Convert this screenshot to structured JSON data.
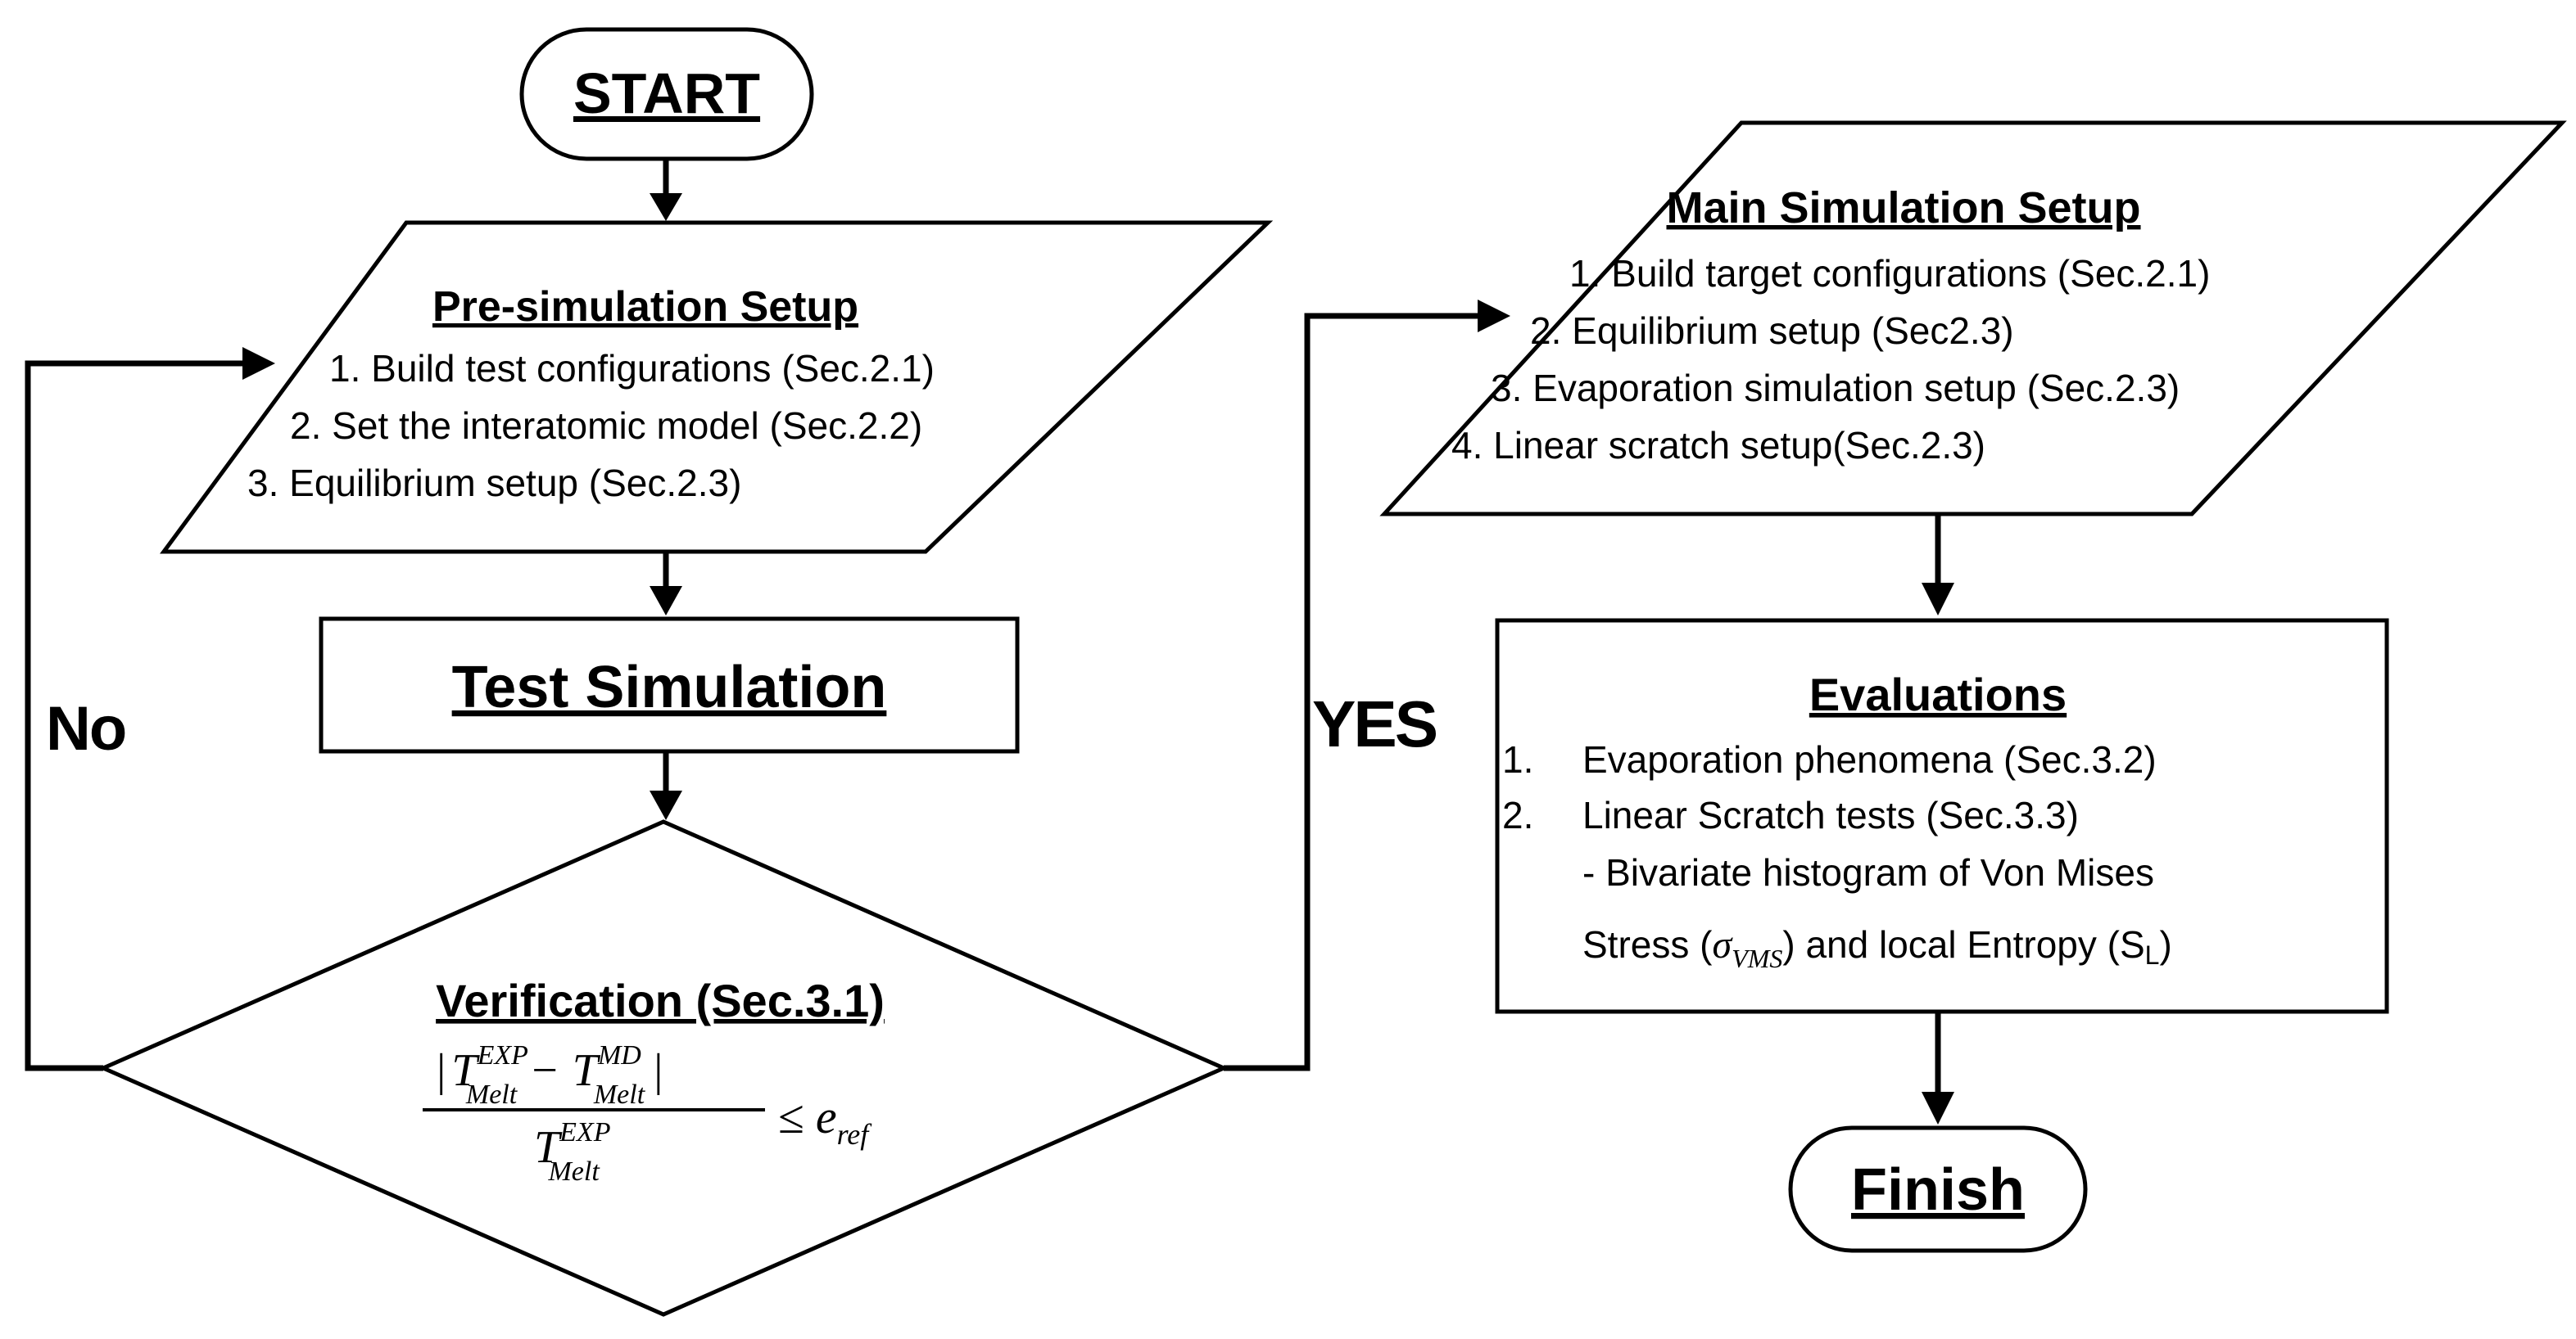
{
  "start": {
    "label": "START"
  },
  "pre_simulation": {
    "title": "Pre-simulation Setup",
    "items": [
      "1. Build test configurations (Sec.2.1)",
      "2. Set the interatomic model (Sec.2.2)",
      "3. Equilibrium setup (Sec.2.3)"
    ]
  },
  "test_simulation": {
    "label": "Test Simulation"
  },
  "verification": {
    "title": "Verification (Sec.3.1)",
    "formula": {
      "numerator_open": "|",
      "T": "T",
      "sup_exp": "EXP",
      "sub_melt": "Melt",
      "minus": "−",
      "sup_md": "MD",
      "numerator_close": "|",
      "leq": "≤",
      "e": "e",
      "sub_ref": "ref"
    }
  },
  "branch_labels": {
    "no": "No",
    "yes": "YES"
  },
  "main_simulation": {
    "title": "Main Simulation Setup",
    "items": [
      "1. Build target configurations (Sec.2.1)",
      "2. Equilibrium setup (Sec2.3)",
      "3. Evaporation simulation setup (Sec.2.3)",
      "4. Linear scratch setup(Sec.2.3)"
    ]
  },
  "evaluations": {
    "title": "Evaluations",
    "item1_number": "1.",
    "item1_text": "Evaporation phenomena (Sec.3.2)",
    "item2_number": "2.",
    "item2_text": "Linear Scratch tests (Sec.3.3)",
    "item2_sub_line1": "- Bivariate histogram of Von Mises",
    "item2_sub_line2_pre": "Stress (",
    "sigma": "σ",
    "sigma_sub": "VMS",
    "item2_sub_line2_mid": ") and local Entropy (S",
    "entropy_sub": "L",
    "item2_sub_line2_post": ")"
  },
  "finish": {
    "label": "Finish"
  }
}
